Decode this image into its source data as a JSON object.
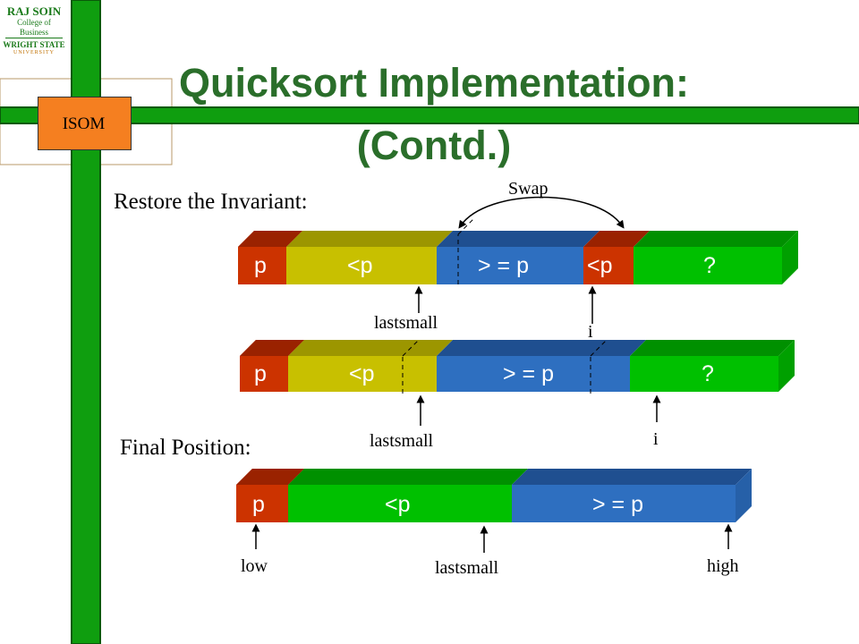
{
  "logo": {
    "line1": "RAJ SOIN",
    "line2": "College of Business",
    "line3": "WRIGHT STATE",
    "line4": "UNIVERSITY"
  },
  "badge": "ISOM",
  "title": "Quicksort Implementation: (Contd.)",
  "section1_heading": "Restore the Invariant:",
  "section2_heading": "Final Position:",
  "swap_label": "Swap",
  "rows": [
    {
      "cells": [
        "p",
        "<p",
        "> = p",
        "<p",
        "?"
      ],
      "pointers": [
        "lastsmall",
        "i"
      ]
    },
    {
      "cells": [
        "p",
        "<p",
        "> = p",
        "?"
      ],
      "pointers": [
        "lastsmall",
        "i"
      ]
    },
    {
      "cells": [
        "p",
        "<p",
        "> = p"
      ],
      "pointers": [
        "low",
        "lastsmall",
        "high"
      ]
    }
  ],
  "colors": {
    "frame_green": "#0f9e0f",
    "frame_dark": "#0a5a0a",
    "pivot_red": "#cc3300",
    "less_yellow": "#c8c000",
    "greater_blue": "#2e6fc0",
    "unknown_green": "#00c000",
    "badge_orange": "#f57f20",
    "title_green": "#2a6e2a"
  }
}
